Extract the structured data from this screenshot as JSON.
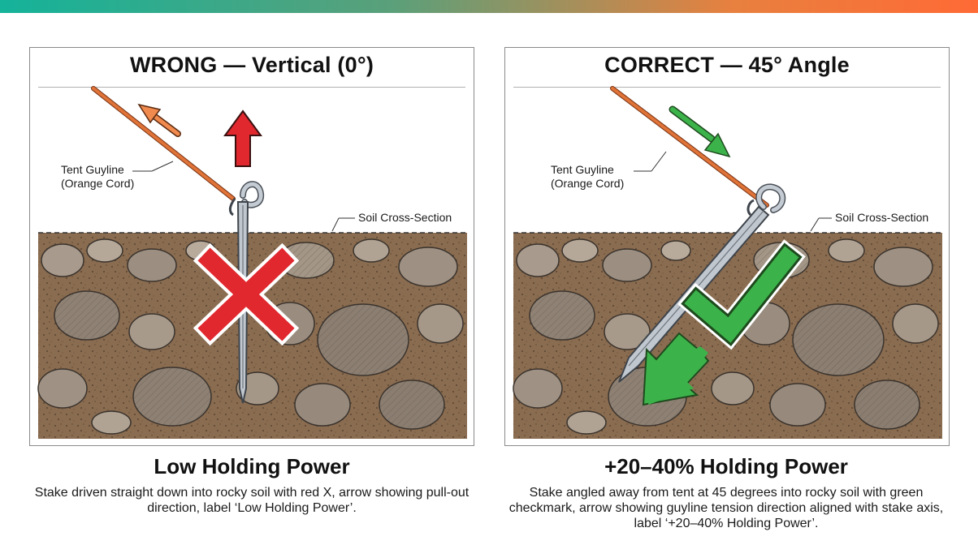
{
  "left": {
    "title": "WRONG — Vertical (0°)",
    "guyline_label_1": "Tent Guyline",
    "guyline_label_2": "(Orange Cord)",
    "soil_label": "Soil Cross-Section",
    "result_title": "Low Holding Power",
    "description": "Stake driven straight down into rocky soil with red X, arrow showing pull-out direction, label ‘Low Holding Power’."
  },
  "right": {
    "title": "CORRECT — 45° Angle",
    "guyline_label_1": "Tent Guyline",
    "guyline_label_2": "(Orange Cord)",
    "soil_label": "Soil Cross-Section",
    "result_title": "+20–40% Holding Power",
    "description": "Stake angled away from tent at 45 degrees into rocky soil with green checkmark, arrow showing guyline tension direction aligned with stake axis, label ‘+20–40% Holding Power’."
  },
  "colors": {
    "soil": "#8a6c50",
    "guyline": "#d86a32",
    "wrong_red": "#e0282e",
    "correct_green": "#3cb34a",
    "stake": "#b9bfc6"
  }
}
